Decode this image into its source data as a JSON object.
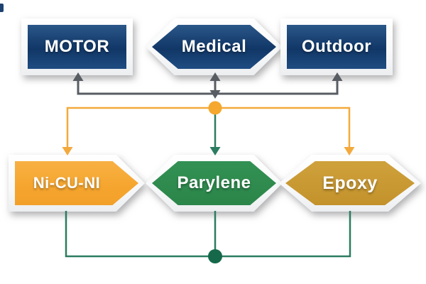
{
  "diagram": {
    "title": "coating-applications-flow-diagram",
    "canvas_background": "#ffffff",
    "top_row": {
      "motor": {
        "label": "MOTOR",
        "shape": "rectangle",
        "fill": "#16406F",
        "text_color": "#FFFFFF"
      },
      "medical": {
        "label": "Medical",
        "shape": "hexagon",
        "fill": "#16406F",
        "text_color": "#FFFFFF"
      },
      "outdoor": {
        "label": "Outdoor",
        "shape": "rectangle",
        "fill": "#16406F",
        "text_color": "#FFFFFF"
      }
    },
    "bottom_row": {
      "ni_cu_ni": {
        "label": "Ni-CU-NI",
        "shape": "right-arrow",
        "fill": "#F6A832",
        "text_color": "#FFFFFF"
      },
      "parylene": {
        "label": "Parylene",
        "shape": "hexagon",
        "fill": "#2E8B4F",
        "text_color": "#FFFFFF"
      },
      "epoxy": {
        "label": "Epoxy",
        "shape": "hexagon",
        "fill": "#C9992F",
        "text_color": "#FFFFFF"
      }
    },
    "connectors": {
      "gray": "#585D63",
      "orange": "#F3A93C",
      "green": "#2B7C60",
      "orange_dot": "#F5A72E",
      "green_dot": "#15694A",
      "gray_links": "double-headed between Medical and bus; arrows up into MOTOR and Outdoor",
      "orange_links": "from orange junction dot down into Ni-CU-NI and Epoxy",
      "green_links": "from orange dot down into Parylene; bottom bus joins all three to green dot"
    }
  }
}
